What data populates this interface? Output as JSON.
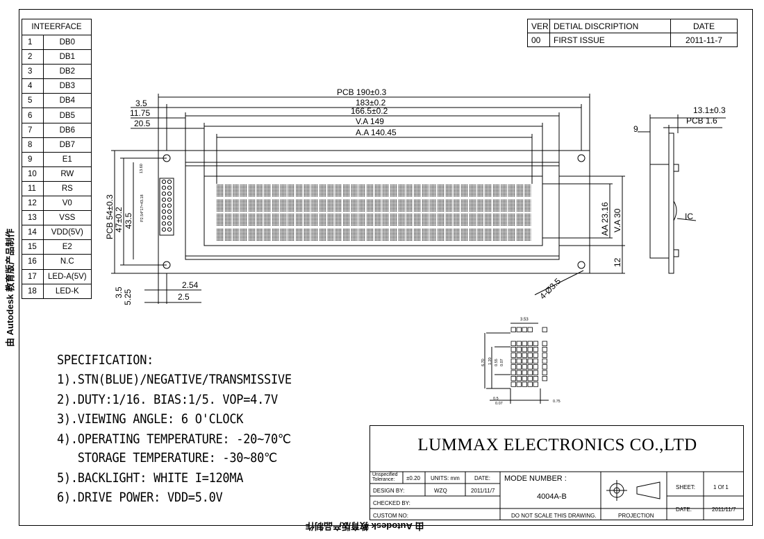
{
  "interface": {
    "header": "INTEERFACE",
    "pins": [
      {
        "no": "1",
        "name": "DB0"
      },
      {
        "no": "2",
        "name": "DB1"
      },
      {
        "no": "3",
        "name": "DB2"
      },
      {
        "no": "4",
        "name": "DB3"
      },
      {
        "no": "5",
        "name": "DB4"
      },
      {
        "no": "6",
        "name": "DB5"
      },
      {
        "no": "7",
        "name": "DB6"
      },
      {
        "no": "8",
        "name": "DB7"
      },
      {
        "no": "9",
        "name": "E1"
      },
      {
        "no": "10",
        "name": "RW"
      },
      {
        "no": "11",
        "name": "RS"
      },
      {
        "no": "12",
        "name": "V0"
      },
      {
        "no": "13",
        "name": "VSS"
      },
      {
        "no": "14",
        "name": "VDD(5V)"
      },
      {
        "no": "15",
        "name": "E2"
      },
      {
        "no": "16",
        "name": "N.C"
      },
      {
        "no": "17",
        "name": "LED-A(5V)"
      },
      {
        "no": "18",
        "name": "LED-K"
      }
    ]
  },
  "revision": {
    "col_ver": "VER",
    "col_desc": "DETIAL DISCRIPTION",
    "col_date": "DATE",
    "ver": "00",
    "desc": "FIRST ISSUE",
    "date": "2011-11-7"
  },
  "dimensions": {
    "pcb_w": "PCB 190±0.3",
    "w183": "183±0.2",
    "w1665": "166.5±0.2",
    "va_w": "V.A 149",
    "aa_w": "A.A 140.45",
    "d35": "3.5",
    "d1175": "11.75",
    "d205": "20.5",
    "pcb_h": "PCB 54±0.3",
    "h47": "47±0.2",
    "h435": "43.5",
    "aa_h": "AA 23.16",
    "va_h": "V.A 30",
    "h12": "12",
    "b35": "3.5",
    "b525": "5.25",
    "p254": "2.54",
    "p25": "2.5",
    "hole": "4-Ø3.5",
    "side_t": "13.1±0.3",
    "side_pcb": "PCB 1.6",
    "side_9": "9",
    "ic": "IC",
    "pin_pitch": "13.60",
    "pin_note": "P2.54*17=43.18",
    "dot_353": "3.53",
    "dot_v1": "6.70",
    "dot_v2": "1.20",
    "dot_v3": "0.55",
    "dot_v4": "0.07",
    "dot_05": "0.5",
    "dot_007": "0.07",
    "dot_075": "0.75"
  },
  "specification": {
    "title": "SPECIFICATION:",
    "items": [
      "1).STN(BLUE)/NEGATIVE/TRANSMISSIVE",
      "2).DUTY:1/16. BIAS:1/5. VOP=4.7V",
      "3).VIEWING ANGLE: 6 O'CLOCK",
      "4).OPERATING TEMPERATURE: -20~70℃",
      "   STORAGE TEMPERATURE: -30~80℃",
      "5).BACKLIGHT: WHITE  I=120MA",
      "6).DRIVE POWER: VDD=5.0V"
    ]
  },
  "title_block": {
    "company": "LUMMAX ELECTRONICS CO.,LTD",
    "tolerance_label": "Unspecified Tolerance:",
    "tolerance": "±0.20",
    "units": "UNITS: mm",
    "date_label": "DATE:",
    "design_label": "DESIGN BY:",
    "designer": "WZQ",
    "design_date": "2011/11/7",
    "checked_label": "CHECKED BY:",
    "custom_label": "CUSTOM NO:",
    "model_label": "MODE NUMBER :",
    "model": "4004A-B",
    "no_scale": "DO NOT SCALE THIS DRAWING.",
    "projection": "PROJECTION",
    "sheet_label": "SHEET:",
    "sheet": "1 Of 1",
    "date2_label": "DATE:",
    "date2": "2011/11/7"
  },
  "watermark": {
    "side": "由 Autodesk 教育版产品制作",
    "bottom": "由 Autodesk 教育版产品制作"
  }
}
